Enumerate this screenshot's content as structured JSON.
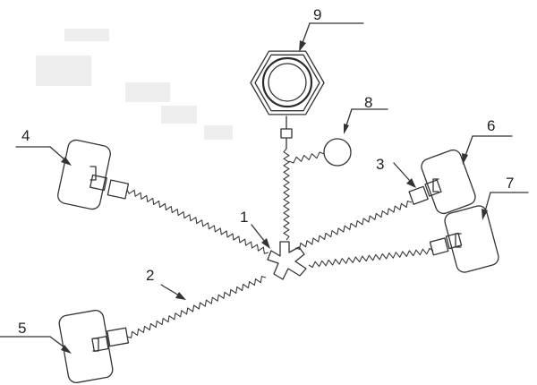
{
  "labels": {
    "hub": "1",
    "spring": "2",
    "connector": "3",
    "pad_upper_left": "4",
    "pad_lower_left": "5",
    "pad_upper_right": "6",
    "pad_lower_right": "7",
    "ring": "8",
    "nut": "9"
  },
  "colors": {
    "line": "#333333",
    "background": "#ffffff"
  }
}
